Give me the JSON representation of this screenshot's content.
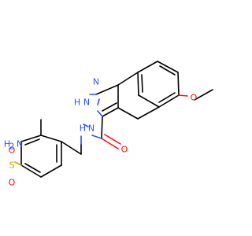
{
  "colors": {
    "bond": "#000000",
    "nitrogen": "#3050F8",
    "oxygen": "#FF0D0D",
    "sulfur": "#C8A000",
    "background": "#FFFFFF"
  },
  "labels": {
    "methoxy_o": "O",
    "methyl": "",
    "pyrazole_n1": "N",
    "pyrazole_n2": "N",
    "pyrazole_h_prefix": "H",
    "amide_nh": "N",
    "amide_h": "H",
    "carbonyl_o": "O",
    "sulfonamide_h2": "H",
    "sulfonamide_h2_sub": "2",
    "sulfonamide_n": "N",
    "sulfur": "S",
    "sulfonyl_o_top": "O",
    "sulfonyl_o_bottom": "O"
  }
}
